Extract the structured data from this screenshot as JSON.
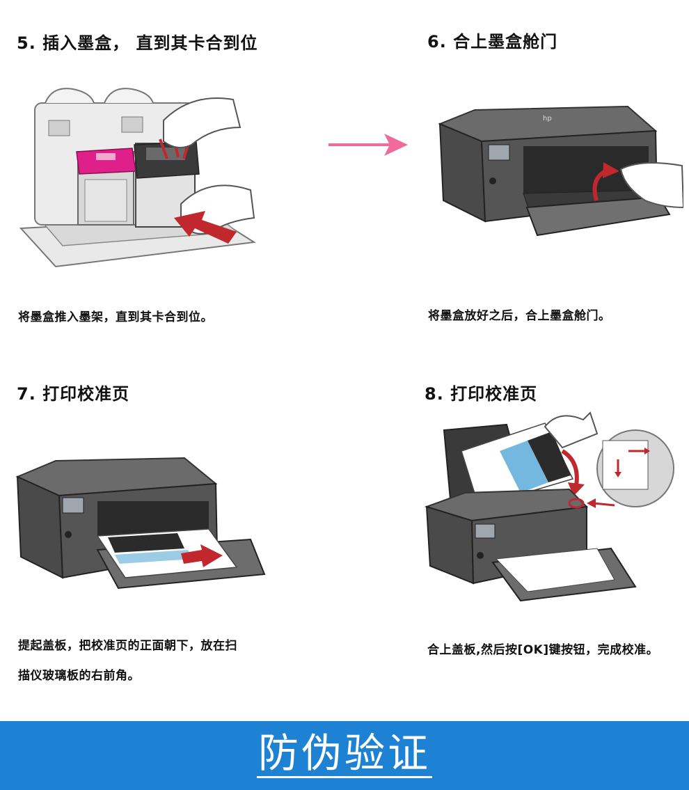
{
  "steps": [
    {
      "title": "5. 插入墨盒，  直到其卡合到位",
      "caption": "将墨盒推入墨架，直到其卡合到位。"
    },
    {
      "title": "6. 合上墨盒舱门",
      "caption": "将墨盒放好之后，合上墨盒舱门。"
    },
    {
      "title": "7. 打印校准页",
      "caption_lines": [
        "提起盖板，把校准页的正面朝下，放在扫",
        "描仪玻璃板的右前角。"
      ]
    },
    {
      "title": "8. 打印校准页",
      "caption": "合上盖板,然后按[OK]键按钮，完成校准。"
    }
  ],
  "printer_logo": "hp",
  "footer": {
    "label": "防伪验证"
  },
  "colors": {
    "footer_bg": "#1e82d4",
    "arrow_pink": "#f06a9a",
    "accent_red": "#c0282d",
    "ink_magenta": "#e0208a",
    "printer_body": "#4a4a4a"
  },
  "icons": [
    "ink-cartridge-icon",
    "hand-icon",
    "printer-icon",
    "calibration-sheet-icon",
    "right-arrow-icon"
  ]
}
